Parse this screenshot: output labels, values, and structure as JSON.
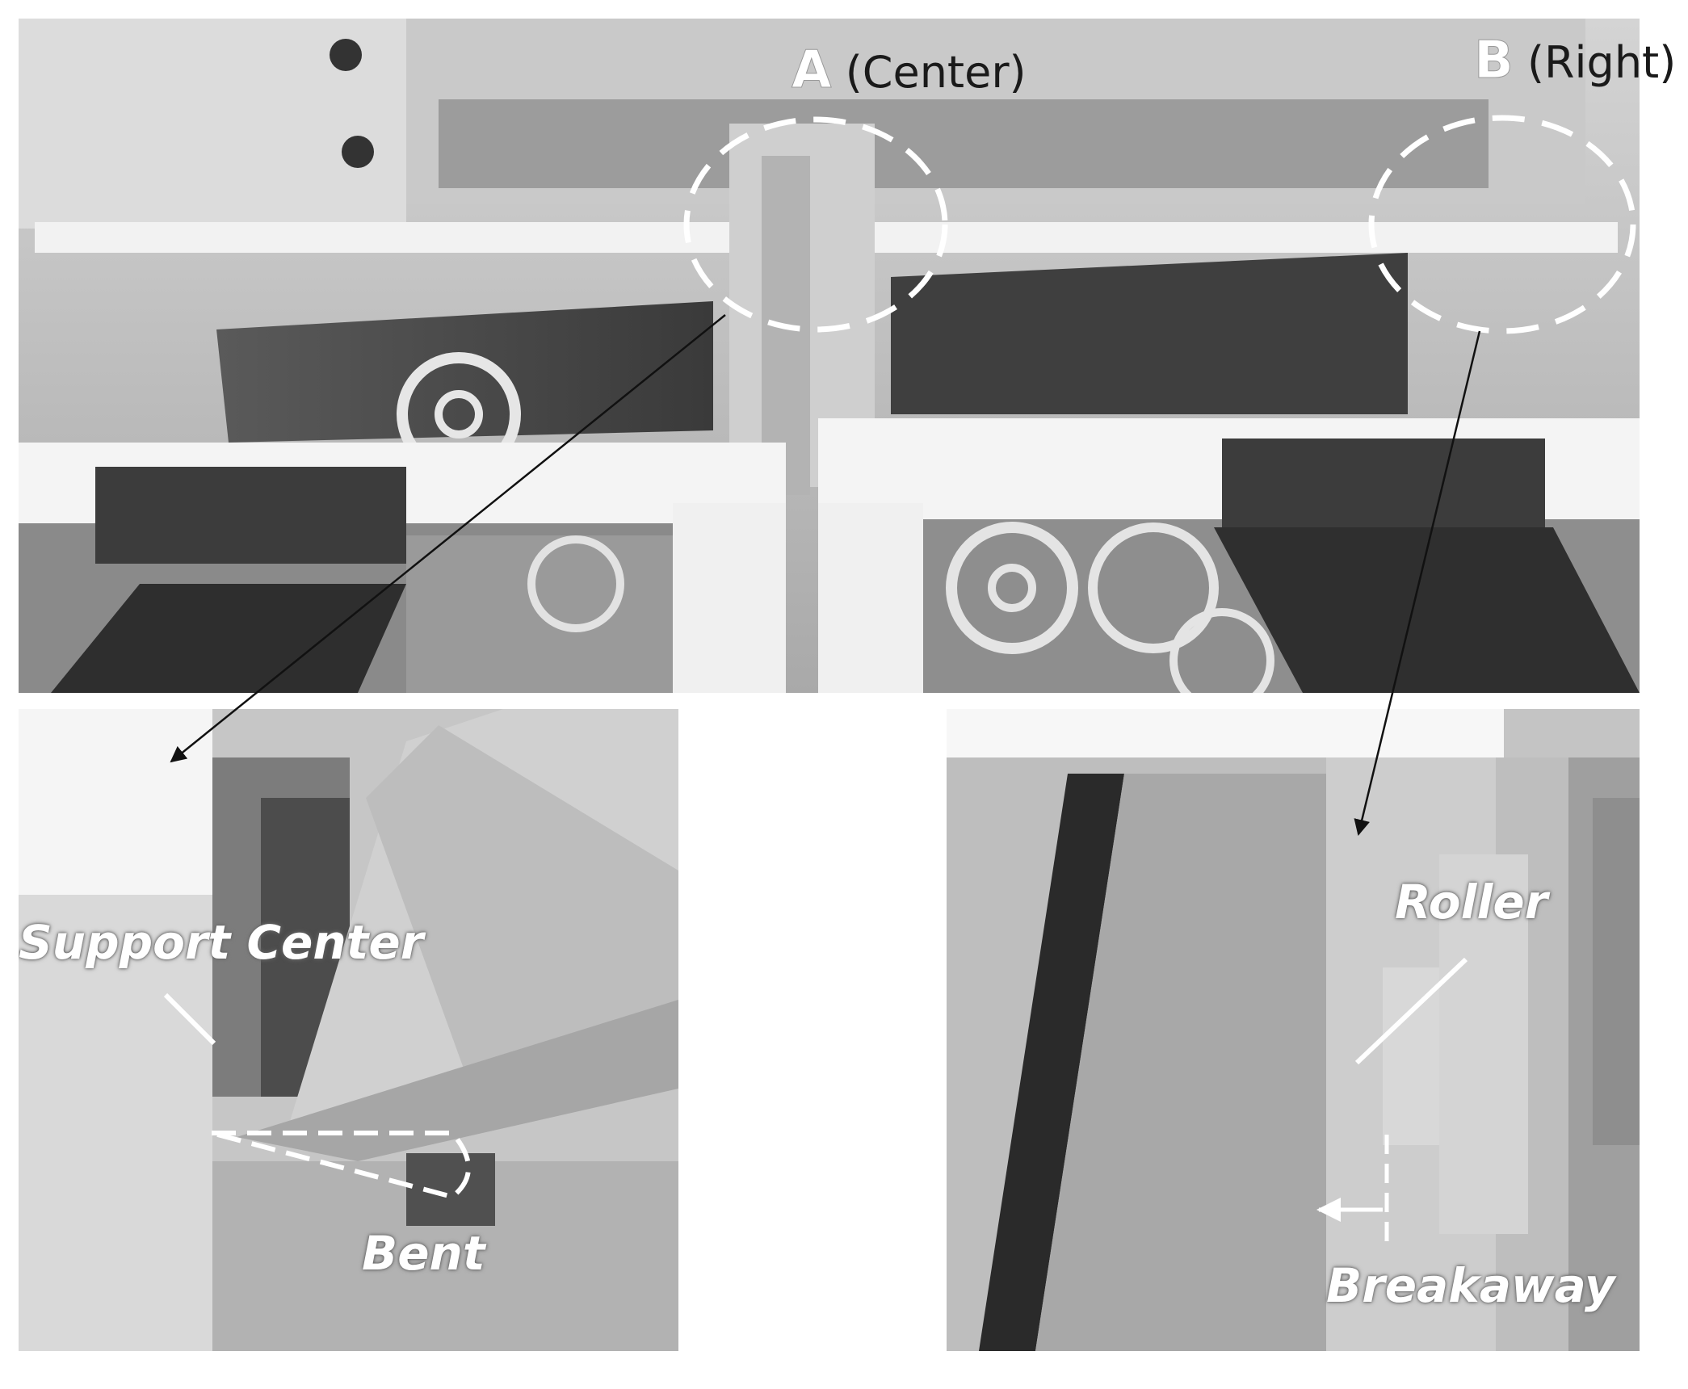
{
  "callouts": {
    "a_letter": "A",
    "a_text": "(Center)",
    "b_letter": "B",
    "b_text": "(Right)"
  },
  "annotations": {
    "support_center": "Support Center",
    "bent": "Bent",
    "roller": "Roller",
    "breakaway": "Breakaway"
  },
  "colors": {
    "background": "#ffffff",
    "photo_gray": "#bdbdbd",
    "dark_belt": "#3a3a3a",
    "dashed_marker": "#ffffff",
    "arrow": "#111111"
  }
}
